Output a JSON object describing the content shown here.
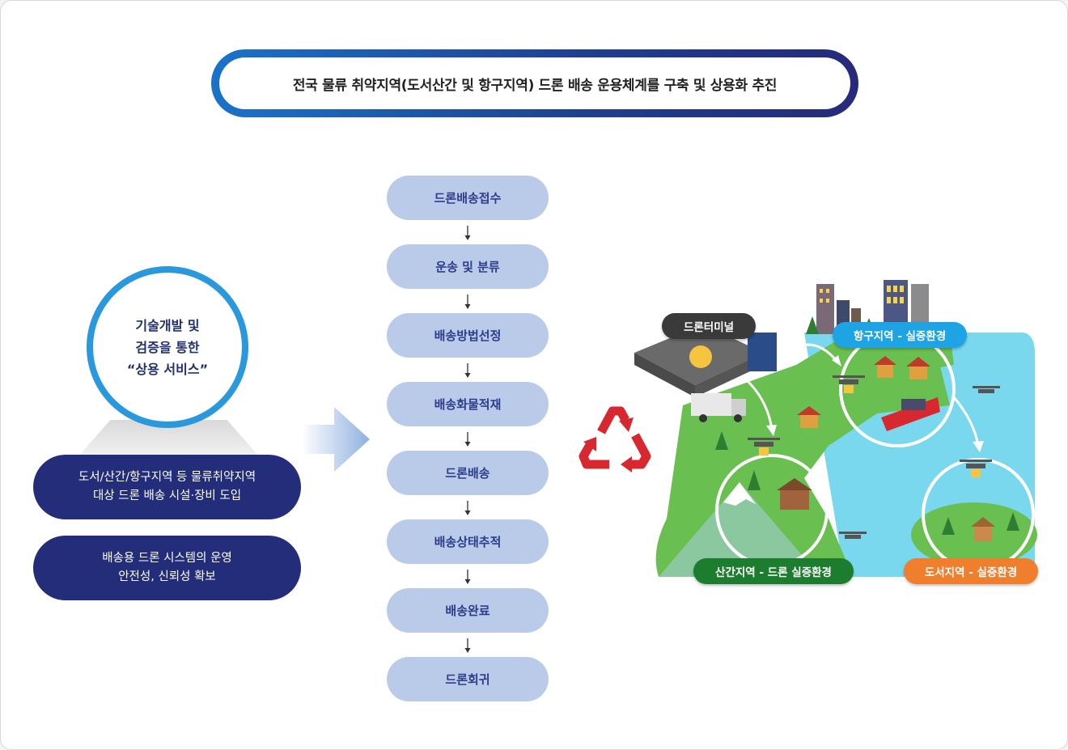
{
  "title": "전국 물류 취약지역(도서산간 및 항구지역) 드론 배송 운용체계를 구축 및 상용화 추진",
  "left": {
    "circle_lines": [
      "기술개발 및",
      "검증을 통한",
      "“상용 서비스”"
    ],
    "pills": [
      {
        "lines": [
          "도서/산간/항구지역 등 물류취약지역",
          "대상 드론 배송 시설·장비 도입"
        ]
      },
      {
        "lines": [
          "배송용 드론 시스템의 운영",
          "안전성, 신뢰성 확보"
        ]
      }
    ]
  },
  "flow_steps": [
    "드론배송접수",
    "운송 및 분류",
    "배송방법선정",
    "배송화물적재",
    "드론배송",
    "배송상태추적",
    "배송완료",
    "드론회귀"
  ],
  "map_labels": {
    "terminal": "드론터미널",
    "port": "항구지역 - 실증환경",
    "mountain": "산간지역 - 드론 실증환경",
    "island": "도서지역 - 실증환경"
  },
  "colors": {
    "title_border_start": "#1a73c9",
    "title_border_end": "#262a7a",
    "navy": "#232d7a",
    "circle_blue": "#2a98dd",
    "step_bg": "#bacbea",
    "step_text": "#2c3d8a",
    "recycle_red": "#d7282f",
    "tag_terminal": "#3a3a3a",
    "tag_port": "#1ea4e4",
    "tag_mountain": "#1d7d2f",
    "tag_island": "#ef7e2d"
  }
}
